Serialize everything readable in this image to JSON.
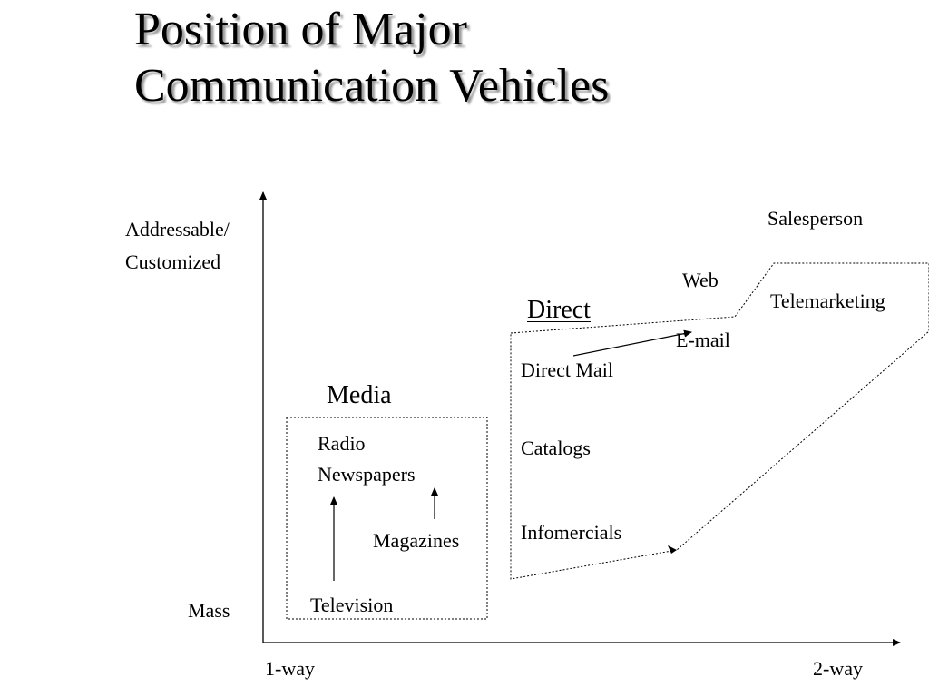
{
  "title": {
    "line1": "Position of Major",
    "line2": "Communication Vehicles"
  },
  "axes": {
    "y_top_line1": "Addressable/",
    "y_top_line2": "Customized",
    "y_bottom": "Mass",
    "x_left": "1-way",
    "x_right": "2-way"
  },
  "groups": {
    "media": {
      "header": "Media",
      "items": [
        "Radio",
        "Newspapers",
        "Magazines",
        "Television"
      ]
    },
    "direct": {
      "header": "Direct",
      "items": [
        "Direct Mail",
        "Catalogs",
        "Infomercials",
        "E-mail",
        "Web",
        "Telemarketing",
        "Salesperson"
      ]
    }
  },
  "colors": {
    "line": "#000000",
    "title_shadow": "#9a9a9a"
  }
}
